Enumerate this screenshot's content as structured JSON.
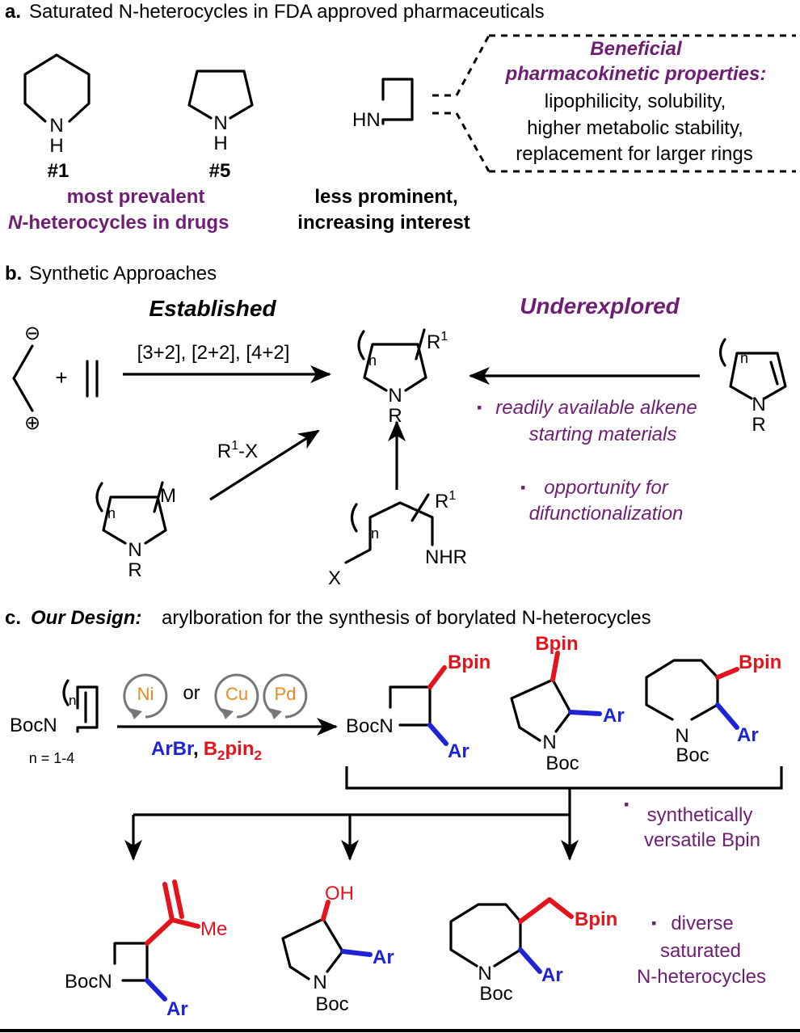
{
  "section_a": {
    "heading_letter": "a.",
    "heading_text": "Saturated N-heterocycles in FDA approved pharmaceuticals",
    "piperidine_n": "N",
    "piperidine_h": "H",
    "pyrrolidine_n": "N",
    "pyrrolidine_h": "H",
    "azetidine_label": "HN",
    "rank_1": "#1",
    "rank_5": "#5",
    "prevalent_line1": "most prevalent",
    "prevalent_line2_prefix": "N",
    "prevalent_line2_rest": "-heterocycles in drugs",
    "less_line1": "less prominent,",
    "less_line2": "increasing interest",
    "box_title1": "Beneficial",
    "box_title2": "pharmacokinetic properties:",
    "box_line1": "lipophilicity, solubility,",
    "box_line2": "higher metabolic stability,",
    "box_line3": "replacement for larger rings"
  },
  "section_b": {
    "heading_letter": "b.",
    "heading_text": "Synthetic Approaches",
    "established": "Established",
    "underexplored": "Underexplored",
    "minus": "⊖",
    "plus_charge": "⊕",
    "plus": "+",
    "cycloadditions": "[3+2], [2+2], [4+2]",
    "r1x": "R",
    "r1x_sup": "1",
    "r1x_rest": "-X",
    "product_n": "N",
    "product_r": "R",
    "product_r1": "R",
    "product_r1_sup": "1",
    "product_sub_n": "n",
    "alkene_n": "N",
    "alkene_r": "R",
    "alkene_sub_n": "n",
    "metal_m": "M",
    "metal_n_atom": "N",
    "metal_r": "R",
    "metal_sub_n": "n",
    "linear_r1": "R",
    "linear_r1_sup": "1",
    "linear_sub_n": "n",
    "linear_x": "X",
    "linear_nhr": "NHR",
    "bullet": "▪",
    "bullet1_line1": "readily available alkene",
    "bullet1_line2": "starting materials",
    "bullet2_line1": "opportunity for",
    "bullet2_line2": "difunctionalization"
  },
  "section_c": {
    "heading_letter": "c.",
    "heading_bold": "Our Design:",
    "heading_text": "arylboration for the synthesis of borylated N-heterocycles",
    "start_label": "BocN",
    "start_sub_n": "n",
    "n_range": "n = 1-4",
    "ni": "Ni",
    "or": "or",
    "cu": "Cu",
    "pd": "Pd",
    "arbr": "ArBr",
    "comma": ",",
    "b2pin2_b": "B",
    "b2pin2_sub1": "2",
    "b2pin2_pin": "pin",
    "b2pin2_sub2": "2",
    "bpin": "Bpin",
    "ar": "Ar",
    "bocn": "BocN",
    "n_atom": "N",
    "boc": "Boc",
    "bullet": "▪",
    "versatile_line1": "synthetically",
    "versatile_line2": "versatile Bpin",
    "me": "Me",
    "oh": "OH",
    "diverse_line1": "diverse",
    "diverse_line2": "saturated",
    "diverse_line3": "N-heterocycles"
  }
}
